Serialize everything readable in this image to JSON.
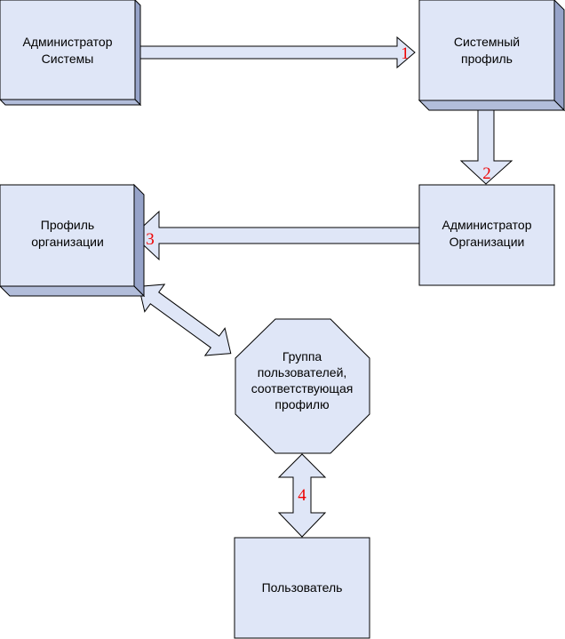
{
  "nodes": {
    "sys_admin": [
      "Администратор",
      "Системы"
    ],
    "sys_profile": [
      "Системный",
      "профиль"
    ],
    "org_admin": [
      "Администратор",
      "Организации"
    ],
    "org_profile": [
      "Профиль",
      "организации"
    ],
    "user_group": [
      "Группа",
      "пользователей,",
      "соответствующая",
      "профилю"
    ],
    "user": [
      "Пользователь"
    ]
  },
  "step_labels": [
    "1",
    "2",
    "3",
    "4"
  ],
  "colors": {
    "box_face": "#dfe6f7",
    "box_side": "#96a3c9",
    "step_number": "#ee0000"
  }
}
